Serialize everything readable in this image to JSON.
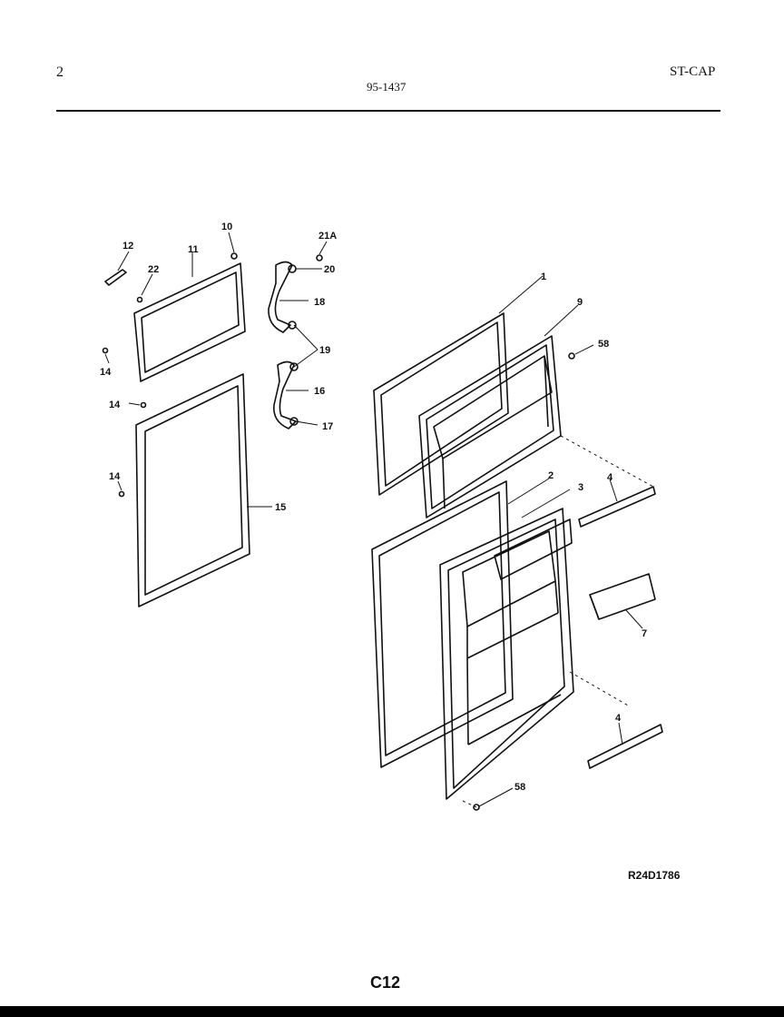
{
  "header": {
    "page_number": "2",
    "doc_code": "95-1437",
    "model": "ST-CAP"
  },
  "diagram_ref": "R24D1786",
  "page_label": "C12",
  "callouts": {
    "c1": "1",
    "c2": "2",
    "c3": "3",
    "c4a": "4",
    "c4b": "4",
    "c7": "7",
    "c9": "9",
    "c10": "10",
    "c11": "11",
    "c12": "12",
    "c14a": "14",
    "c14b": "14",
    "c14c": "14",
    "c15": "15",
    "c16": "16",
    "c17": "17",
    "c18": "18",
    "c19": "19",
    "c20": "20",
    "c21a": "21A",
    "c22": "22",
    "c58a": "58",
    "c58b": "58"
  }
}
